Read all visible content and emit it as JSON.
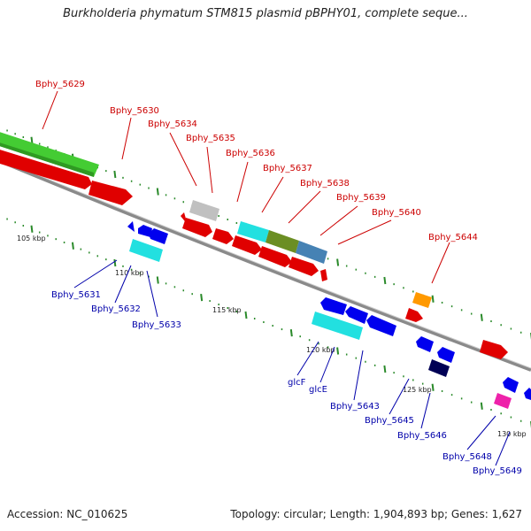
{
  "title": "Burkholderia phymatum STM815 plasmid pBPHY01, complete seque...",
  "footer": {
    "accession": "Accession: NC_010625",
    "summary": "Topology: circular; Length: 1,904,893 bp; Genes: 1,627"
  },
  "colors": {
    "forward_label": "#cc0000",
    "reverse_label": "#0000aa",
    "backbone": "#8a8a8a",
    "tick": "#2a8a2a"
  },
  "kbp_labels": [
    "105 kbp",
    "110 kbp",
    "115 kbp",
    "120 kbp",
    "125 kbp",
    "130 kbp"
  ],
  "forward_genes": [
    {
      "label": "Bphy_5629"
    },
    {
      "label": "Bphy_5630"
    },
    {
      "label": "Bphy_5634"
    },
    {
      "label": "Bphy_5635"
    },
    {
      "label": "Bphy_5636"
    },
    {
      "label": "Bphy_5637"
    },
    {
      "label": "Bphy_5638"
    },
    {
      "label": "Bphy_5639"
    },
    {
      "label": "Bphy_5640"
    },
    {
      "label": "Bphy_5644"
    }
  ],
  "reverse_genes": [
    {
      "label": "Bphy_5631"
    },
    {
      "label": "Bphy_5632"
    },
    {
      "label": "Bphy_5633"
    },
    {
      "label": "glcF"
    },
    {
      "label": "glcE"
    },
    {
      "label": "Bphy_5643"
    },
    {
      "label": "Bphy_5645"
    },
    {
      "label": "Bphy_5646"
    },
    {
      "label": "Bphy_5648"
    },
    {
      "label": "Bphy_5649"
    }
  ]
}
